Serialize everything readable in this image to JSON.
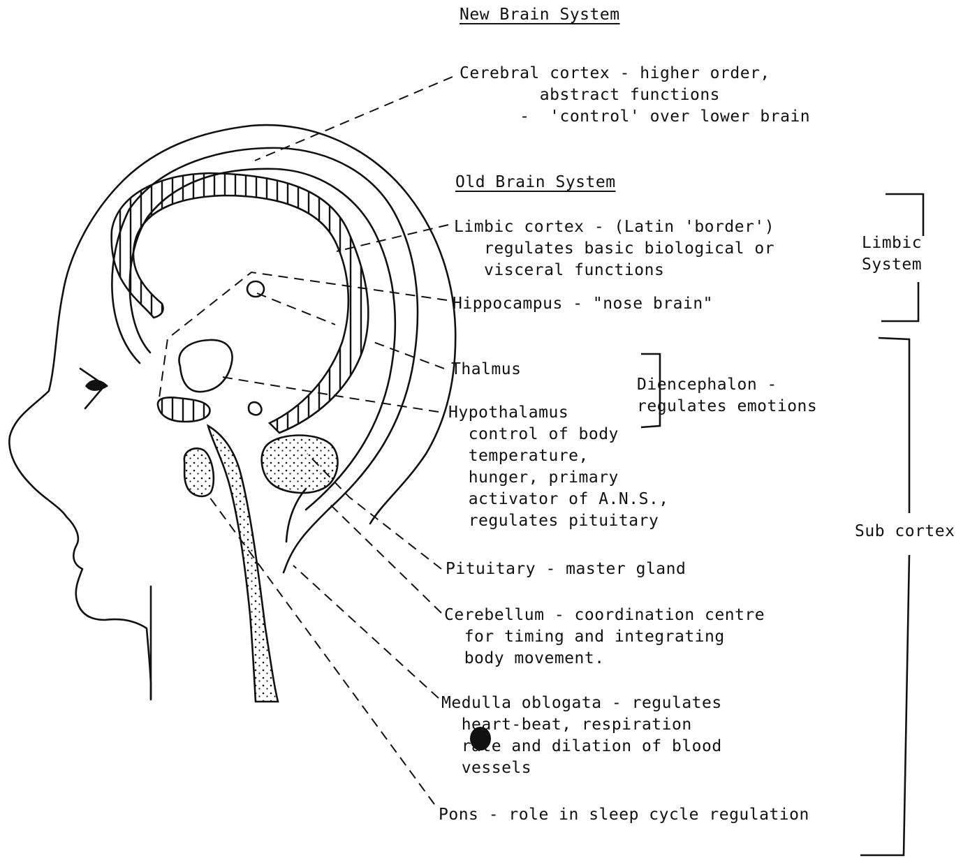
{
  "headers": {
    "new_brain": "New Brain System",
    "old_brain": "Old Brain System"
  },
  "labels": {
    "cerebral": "Cerebral cortex - higher order,\n        abstract functions\n      -  'control' over lower brain",
    "limbic_cortex": "Limbic cortex - (Latin 'border')\n   regulates basic biological or\n   visceral functions",
    "hippocampus": "Hippocampus - \"nose brain\"",
    "thalmus": "Thalmus",
    "hypothalamus": "Hypothalamus\n  control of body\n  temperature,\n  hunger, primary\n  activator of A.N.S.,\n  regulates pituitary",
    "diencephalon": "Diencephalon -\nregulates emotions",
    "pituitary": "Pituitary - master gland",
    "cerebellum": "Cerebellum - coordination centre\n  for timing and integrating\n  body movement.",
    "medulla": "Medulla oblogata - regulates\n  heart-beat, respiration\n  rate and dilation of blood\n  vessels",
    "pons": "Pons - role in sleep cycle regulation"
  },
  "brackets": {
    "limbic_system": "Limbic\nSystem",
    "sub_cortex": "Sub cortex"
  }
}
